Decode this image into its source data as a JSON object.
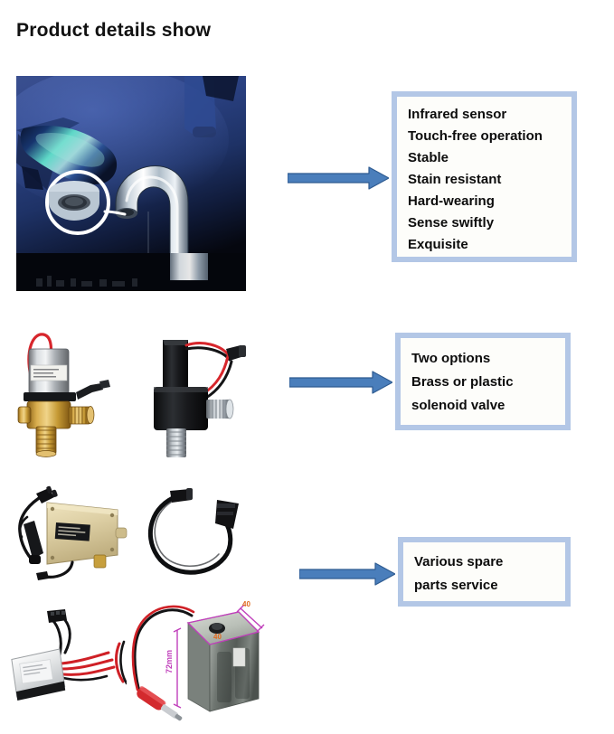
{
  "page": {
    "title": "Product details show",
    "background_color": "#ffffff"
  },
  "theme": {
    "callout_border_color": "#b3c7e6",
    "callout_fill_color": "#fdfdfa",
    "arrow_fill_color": "#4a7ebb",
    "arrow_stroke_color": "#2e5b91",
    "text_color": "#0c0c0c"
  },
  "rows": [
    {
      "id": "row-faucet",
      "images": [
        {
          "name": "sensor-faucet-photo",
          "alt": "Chrome infrared sensor faucet on dark blue background with white circular magnifier callout on the sensor aerator"
        }
      ],
      "arrow": {
        "name": "arrow-right-1",
        "direction": "right"
      },
      "callout": {
        "name": "features-callout",
        "lines": [
          "Infrared sensor",
          "Touch-free operation",
          "Stable",
          "Stain resistant",
          "Hard-wearing",
          "Sense swiftly",
          "Exquisite"
        ]
      }
    },
    {
      "id": "row-valves",
      "images": [
        {
          "name": "brass-solenoid-valve-photo",
          "alt": "Brass solenoid valve with chrome coil body, red wire and black connector"
        },
        {
          "name": "plastic-solenoid-valve-photo",
          "alt": "Black plastic solenoid valve with red and black wires and metal threaded ports"
        }
      ],
      "arrow": {
        "name": "arrow-right-2",
        "direction": "right"
      },
      "callout": {
        "name": "valve-options-callout",
        "lines": [
          "Two options",
          "Brass or plastic",
          "solenoid valve"
        ]
      }
    },
    {
      "id": "row-spare-parts",
      "images": [
        {
          "name": "power-control-box-photo",
          "alt": "Beige control transformer box with black power cord and label"
        },
        {
          "name": "connection-cable-photo",
          "alt": "Black looped connection cable with connectors on both ends"
        },
        {
          "name": "control-module-photo",
          "alt": "White silver control module box with red and black wires"
        },
        {
          "name": "battery-box-photo",
          "alt": "Translucent battery box with red DC plug and dimension annotations",
          "dimension_labels": [
            {
              "value": "72mm",
              "orientation": "vertical"
            },
            {
              "value": "40",
              "orientation": "horizontal"
            },
            {
              "value": "40",
              "orientation": "horizontal"
            }
          ]
        }
      ],
      "arrow": {
        "name": "arrow-right-3",
        "direction": "right"
      },
      "callout": {
        "name": "spare-parts-callout",
        "lines": [
          "Various spare",
          "parts service"
        ]
      }
    }
  ]
}
